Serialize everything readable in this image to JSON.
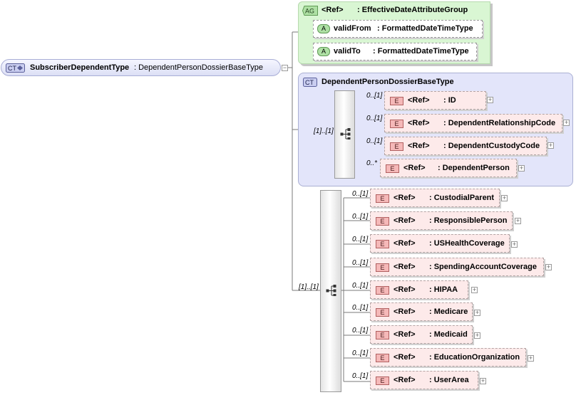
{
  "root": {
    "badge": "CT",
    "name": "SubscriberDependentType",
    "type": ": DependentPersonDossierBaseType",
    "expander": "−"
  },
  "attribute_group": {
    "badge": "AG",
    "ref": "<Ref>",
    "type": ": EffectiveDateAttributeGroup",
    "attributes": [
      {
        "badge": "A",
        "name": "validFrom",
        "type": ": FormattedDateTimeType"
      },
      {
        "badge": "A",
        "name": "validTo",
        "type": ": FormattedDateTimeType"
      }
    ]
  },
  "base_type": {
    "badge": "CT",
    "name": "DependentPersonDossierBaseType",
    "sequence_cardinality": "[1]..[1]",
    "elements": [
      {
        "badge": "E",
        "ref": "<Ref>",
        "type": ": ID",
        "cardinality": "0..[1]"
      },
      {
        "badge": "E",
        "ref": "<Ref>",
        "type": ": DependentRelationshipCode",
        "cardinality": "0..[1]"
      },
      {
        "badge": "E",
        "ref": "<Ref>",
        "type": ": DependentCustodyCode",
        "cardinality": "0..[1]"
      },
      {
        "badge": "E",
        "ref": "<Ref>",
        "type": ": DependentPerson",
        "cardinality": "0..*"
      }
    ]
  },
  "sequence": {
    "cardinality": "[1]..[1]",
    "elements": [
      {
        "badge": "E",
        "ref": "<Ref>",
        "type": ": CustodialParent",
        "cardinality": "0..[1]"
      },
      {
        "badge": "E",
        "ref": "<Ref>",
        "type": ": ResponsiblePerson",
        "cardinality": "0..[1]"
      },
      {
        "badge": "E",
        "ref": "<Ref>",
        "type": ": USHealthCoverage",
        "cardinality": "0..[1]"
      },
      {
        "badge": "E",
        "ref": "<Ref>",
        "type": ": SpendingAccountCoverage",
        "cardinality": "0..[1]"
      },
      {
        "badge": "E",
        "ref": "<Ref>",
        "type": ": HIPAA",
        "cardinality": "0..[1]"
      },
      {
        "badge": "E",
        "ref": "<Ref>",
        "type": ": Medicare",
        "cardinality": "0..[1]"
      },
      {
        "badge": "E",
        "ref": "<Ref>",
        "type": ": Medicaid",
        "cardinality": "0..[1]"
      },
      {
        "badge": "E",
        "ref": "<Ref>",
        "type": ": EducationOrganization",
        "cardinality": "0..[1]"
      },
      {
        "badge": "E",
        "ref": "<Ref>",
        "type": ": UserArea",
        "cardinality": "0..[1]"
      }
    ]
  },
  "colors": {
    "element_fill": "#fdeaea",
    "attribute_group_fill": "#d9f6d3",
    "complex_type_fill": "#e3e5fa"
  }
}
